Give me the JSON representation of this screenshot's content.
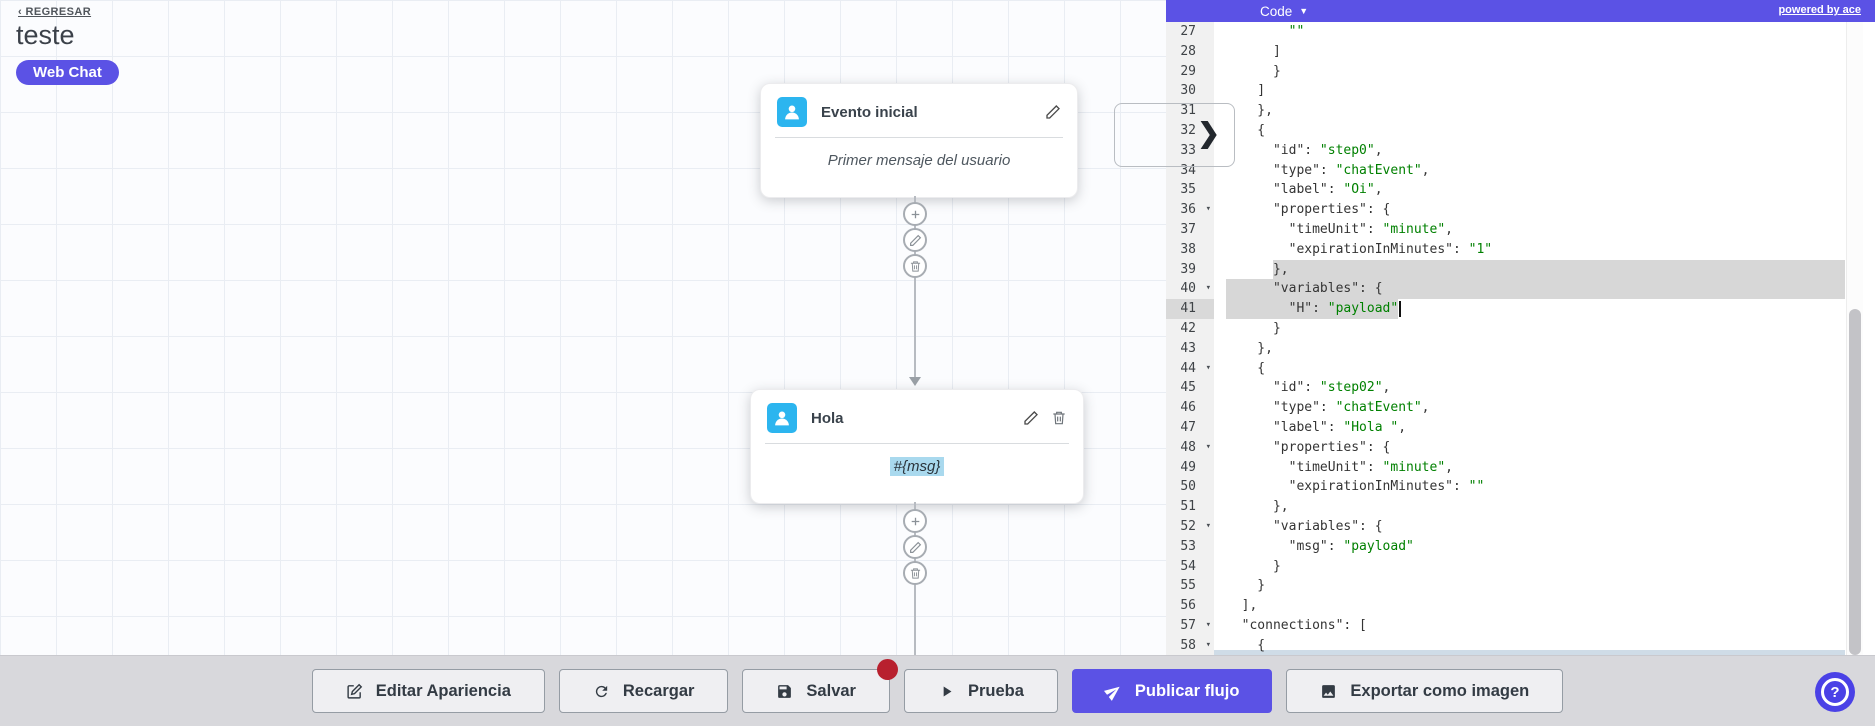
{
  "colors": {
    "accent": "#5b52e5",
    "help": "#4a41e6",
    "badge_red": "#b8202e",
    "node_icon_bg": "#2cb5ef",
    "string_green": "#008000",
    "selection": "#d7d7d7"
  },
  "canvas": {
    "back_link": "‹ REGRESAR",
    "title": "teste",
    "badge": "Web Chat",
    "nodes": [
      {
        "title": "Evento inicial",
        "body": "Primer mensaje del usuario"
      },
      {
        "title": "Hola",
        "body": "#{msg}"
      }
    ]
  },
  "editor": {
    "mode_label": "Code",
    "powered_by": "powered by ace",
    "lines": [
      {
        "n": 27,
        "text": "        \"\""
      },
      {
        "n": 28,
        "text": "      ]"
      },
      {
        "n": 29,
        "text": "      }"
      },
      {
        "n": 30,
        "text": "    ]"
      },
      {
        "n": 31,
        "text": "    },"
      },
      {
        "n": 32,
        "text": "    {",
        "fold": true
      },
      {
        "n": 33,
        "text": "      \"id\": \"step0\","
      },
      {
        "n": 34,
        "text": "      \"type\": \"chatEvent\","
      },
      {
        "n": 35,
        "text": "      \"label\": \"Oi\","
      },
      {
        "n": 36,
        "text": "      \"properties\": {",
        "fold": true
      },
      {
        "n": 37,
        "text": "        \"timeUnit\": \"minute\","
      },
      {
        "n": 38,
        "text": "        \"expirationInMinutes\": \"1\""
      },
      {
        "n": 39,
        "text": "      },",
        "sel": {
          "start": 6,
          "mode": "full"
        }
      },
      {
        "n": 40,
        "text": "      \"variables\": {",
        "fold": true,
        "sel": {
          "start": 0,
          "mode": "full"
        }
      },
      {
        "n": 41,
        "text": "        \"H\": \"payload\"",
        "sel": {
          "start": 0,
          "mode": "text"
        },
        "cursor": true,
        "active": true
      },
      {
        "n": 42,
        "text": "      }"
      },
      {
        "n": 43,
        "text": "    },"
      },
      {
        "n": 44,
        "text": "    {",
        "fold": true
      },
      {
        "n": 45,
        "text": "      \"id\": \"step02\","
      },
      {
        "n": 46,
        "text": "      \"type\": \"chatEvent\","
      },
      {
        "n": 47,
        "text": "      \"label\": \"Hola \","
      },
      {
        "n": 48,
        "text": "      \"properties\": {",
        "fold": true
      },
      {
        "n": 49,
        "text": "        \"timeUnit\": \"minute\","
      },
      {
        "n": 50,
        "text": "        \"expirationInMinutes\": \"\""
      },
      {
        "n": 51,
        "text": "      },"
      },
      {
        "n": 52,
        "text": "      \"variables\": {",
        "fold": true
      },
      {
        "n": 53,
        "text": "        \"msg\": \"payload\""
      },
      {
        "n": 54,
        "text": "      }"
      },
      {
        "n": 55,
        "text": "    }"
      },
      {
        "n": 56,
        "text": "  ],"
      },
      {
        "n": 57,
        "text": "  \"connections\": [",
        "fold": true
      },
      {
        "n": 58,
        "text": "    {",
        "fold": true
      }
    ]
  },
  "toolbar": {
    "buttons": [
      {
        "label": "Editar Apariencia",
        "icon": "edit-square-icon"
      },
      {
        "label": "Recargar",
        "icon": "refresh-icon"
      },
      {
        "label": "Salvar",
        "icon": "save-icon",
        "badge": true
      },
      {
        "label": "Prueba",
        "icon": "play-icon"
      },
      {
        "label": "Publicar flujo",
        "icon": "rocket-icon",
        "primary": true
      },
      {
        "label": "Exportar como imagen",
        "icon": "image-icon"
      }
    ]
  },
  "help": {
    "label": "?"
  }
}
